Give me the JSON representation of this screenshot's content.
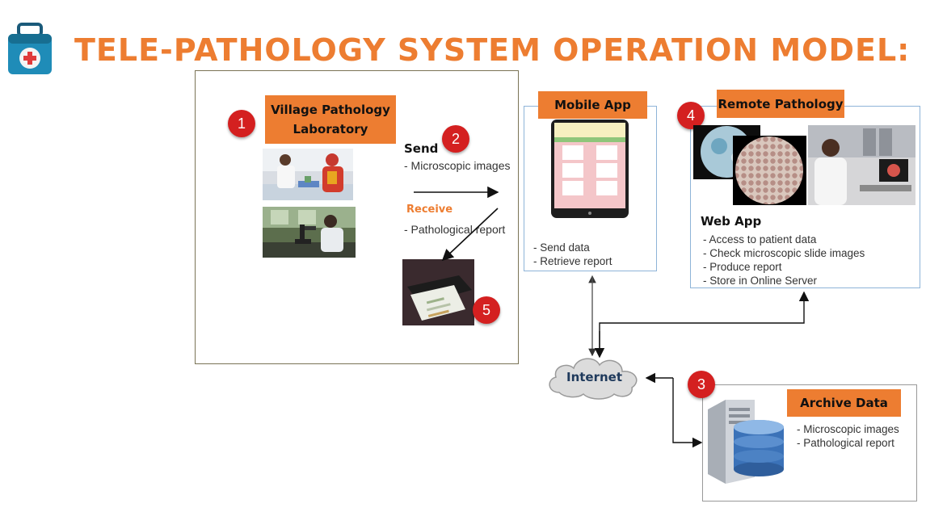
{
  "title": "TELE-PATHOLOGY SYSTEM OPERATION MODEL:",
  "village_lab": {
    "badge": "1",
    "label_line1": "Village Pathology",
    "label_line2": "Laboratory"
  },
  "send": {
    "badge": "2",
    "label": "Send",
    "item": "- Microscopic images"
  },
  "receive": {
    "label": "Receive",
    "item": "- Pathological report"
  },
  "printer": {
    "badge": "5"
  },
  "mobile_app": {
    "label": "Mobile App",
    "items": [
      "- Send data",
      "- Retrieve report"
    ]
  },
  "remote_pathology": {
    "badge": "4",
    "label": "Remote Pathology",
    "web_app_label": "Web App",
    "items": [
      "- Access to patient data",
      "- Check microscopic slide images",
      "- Produce report",
      "- Store in Online Server"
    ]
  },
  "internet": {
    "label": "Internet"
  },
  "archive": {
    "badge": "3",
    "label": "Archive Data",
    "items": [
      "- Microscopic images",
      "- Pathological report"
    ]
  },
  "colors": {
    "accent": "#ED7D31",
    "badge": "#D42020",
    "box_border": "#8EB4D8"
  }
}
